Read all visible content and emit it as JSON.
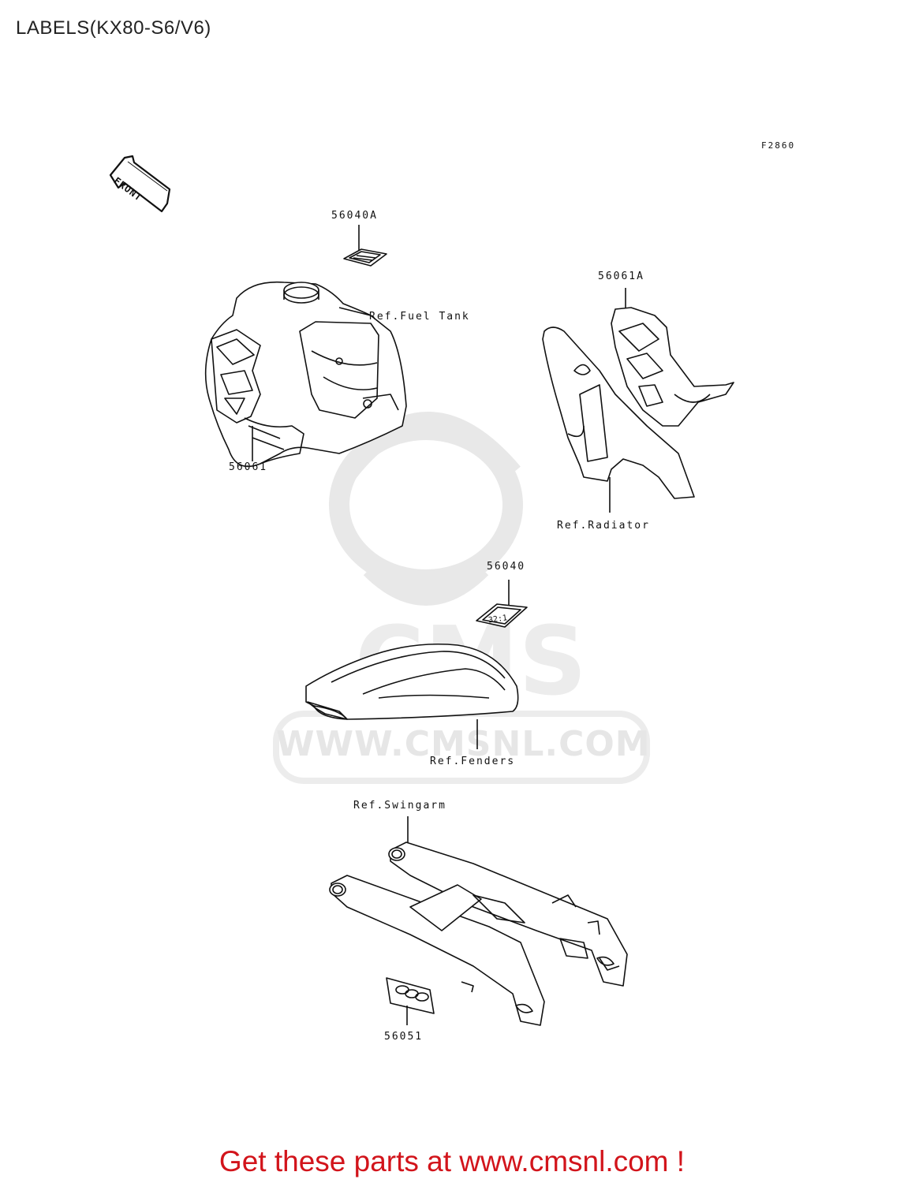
{
  "header": {
    "title": "LABELS(KX80-S6/V6)"
  },
  "figure_code": "F2860",
  "front_arrow": {
    "label": "FRONT",
    "icon": "front-arrow-icon"
  },
  "parts": {
    "p56040A": "56040A",
    "p56061A": "56061A",
    "p56061": "56061",
    "p56040": "56040",
    "p56051": "56051"
  },
  "references": {
    "fuel_tank": "Ref.Fuel Tank",
    "radiator": "Ref.Radiator",
    "fenders": "Ref.Fenders",
    "swingarm": "Ref.Swingarm"
  },
  "watermark": {
    "text": "WWW.CMSNL.COM",
    "logo": "CMS"
  },
  "footer": {
    "text": "Get these parts at www.cmsnl.com !"
  },
  "colors": {
    "footer": "#d2141b",
    "watermark": "#e6e6e6",
    "lines": "#111111"
  }
}
